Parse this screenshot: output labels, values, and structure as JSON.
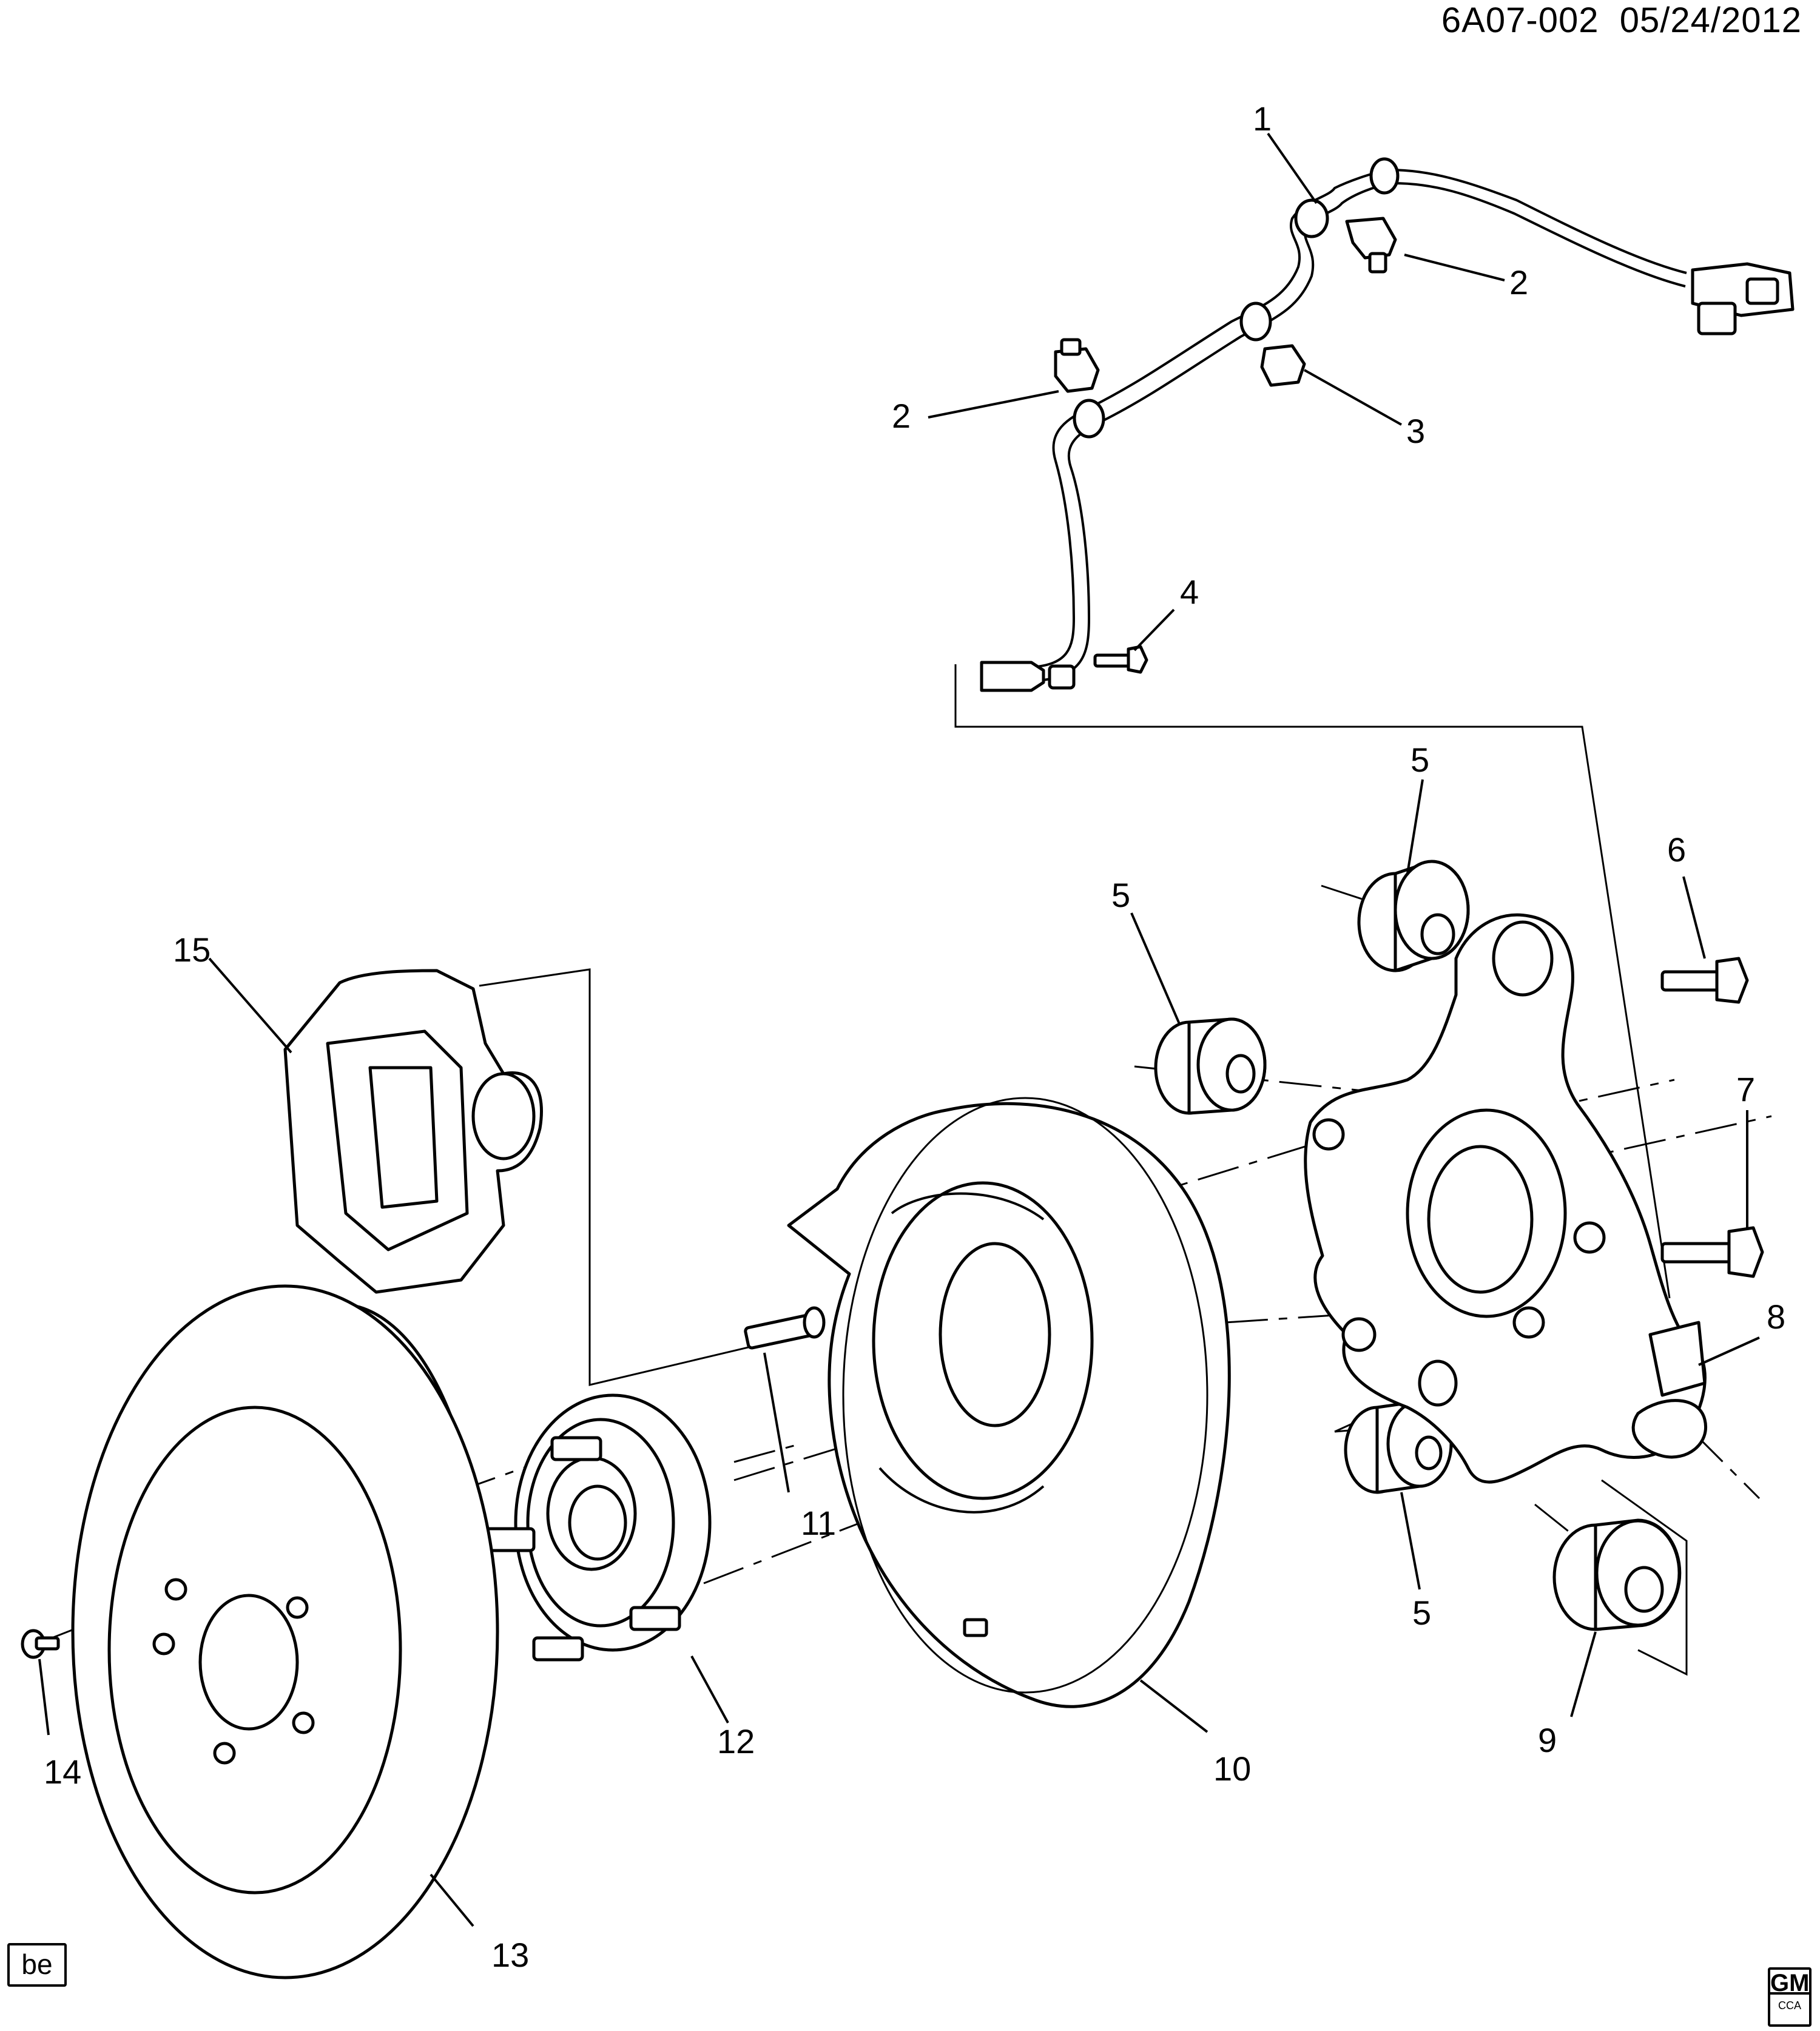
{
  "header": {
    "code": "6A07-002",
    "date": "05/24/2012"
  },
  "badge": "be",
  "logo": {
    "brand": "GM",
    "sub": "CCA"
  },
  "callouts": {
    "c1": "1",
    "c2a": "2",
    "c2b": "2",
    "c3": "3",
    "c4": "4",
    "c5a": "5",
    "c5b": "5",
    "c5c": "5",
    "c6": "6",
    "c7": "7",
    "c8": "8",
    "c9": "9",
    "c10": "10",
    "c11": "11",
    "c12": "12",
    "c13": "13",
    "c14": "14",
    "c15": "15"
  },
  "parts": {
    "wheel_speed_sensor_harness": "1",
    "harness_clip": "2",
    "harness_retainer": "3",
    "sensor_bolt": "4",
    "bushing": "5",
    "bolt_upper": "6",
    "bolt_lower": "7",
    "knuckle_stop": "8",
    "lower_bushing": "9",
    "backing_plate": "10",
    "wheel_stud": "11",
    "hub_bearing": "12",
    "brake_rotor": "13",
    "rotor_screw": "14",
    "caliper": "15"
  }
}
